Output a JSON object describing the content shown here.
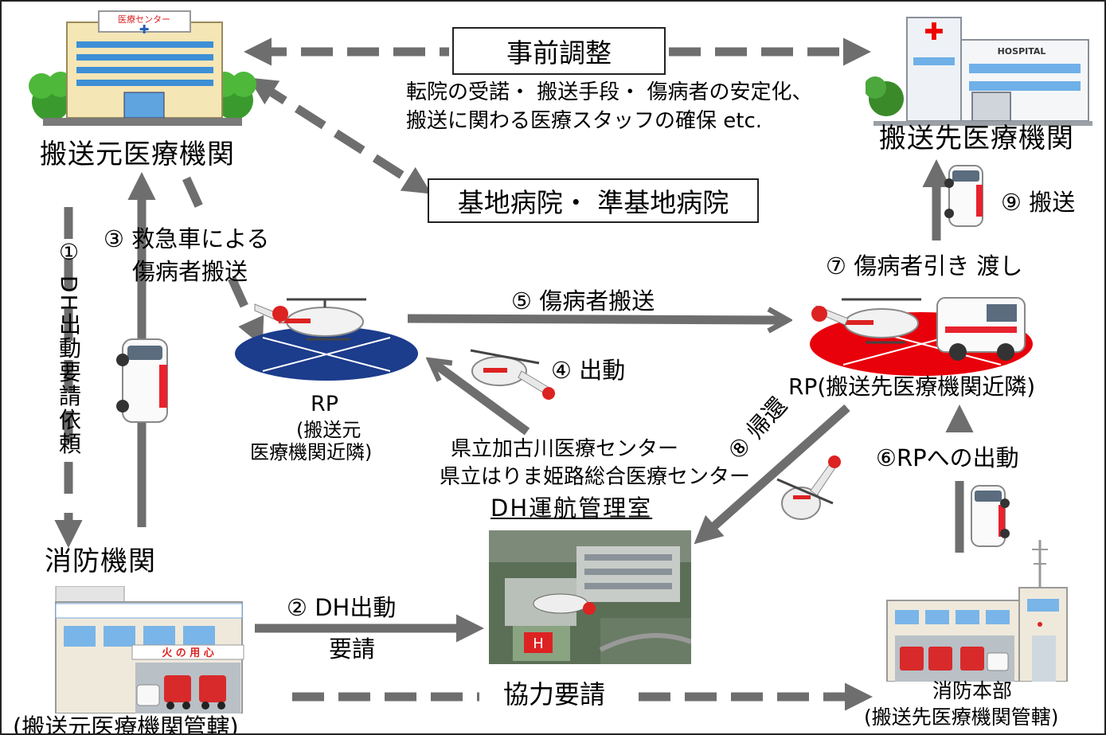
{
  "colors": {
    "arrow": "#6e6e6e",
    "pad_blue": "#1c3c8c",
    "pad_red": "#e8000a",
    "border": "#222222"
  },
  "nodes": {
    "origin_hospital": "搬送元医療機関",
    "origin_sign": "医療センター",
    "dest_hospital": "搬送先医療機関",
    "dest_sign": "HOSPITAL",
    "base_hospital": "基地病院・ 準基地病院",
    "fire_agency": "消防機関",
    "fire_agency_sub": "(搬送元医療機関管轄)",
    "fire_hq": "消防本部",
    "fire_hq_sub": "(搬送先医療機関管轄)",
    "dh_office": "DH運航管理室",
    "center1": "県立加古川医療センター",
    "center2": "県立はりま姫路総合医療センター",
    "rp_origin_1": "RP",
    "rp_origin_2": "(搬送元",
    "rp_origin_3": "医療機関近隣)",
    "rp_dest": "RP(搬送先医療機関近隣)",
    "fire_station_sign": "火 の 用 心"
  },
  "labels": {
    "prior_adjust": "事前調整",
    "prior_detail_1": "転院の受諾・ 搬送手段・ 傷病者の安定化、",
    "prior_detail_2": "搬送に関わる医療スタッフの確保 etc.",
    "step1": "① DH出動要請依頼",
    "step2_a": "② DH出動",
    "step2_b": "要請",
    "step3_a": "③ 救急車による",
    "step3_b": "傷病者搬送",
    "step4": "④ 出動",
    "step5": "⑤ 傷病者搬送",
    "step6": "⑥RPへの出動",
    "step7": "⑦ 傷病者引き 渡し",
    "step8": "⑧ 帰還",
    "step9": "⑨ 搬送",
    "coop": "協力要請"
  },
  "icons": [
    "hospital-building-icon",
    "ambulance-icon",
    "helicopter-icon",
    "landing-pad-icon",
    "fire-station-icon",
    "heliport-photo-icon"
  ]
}
